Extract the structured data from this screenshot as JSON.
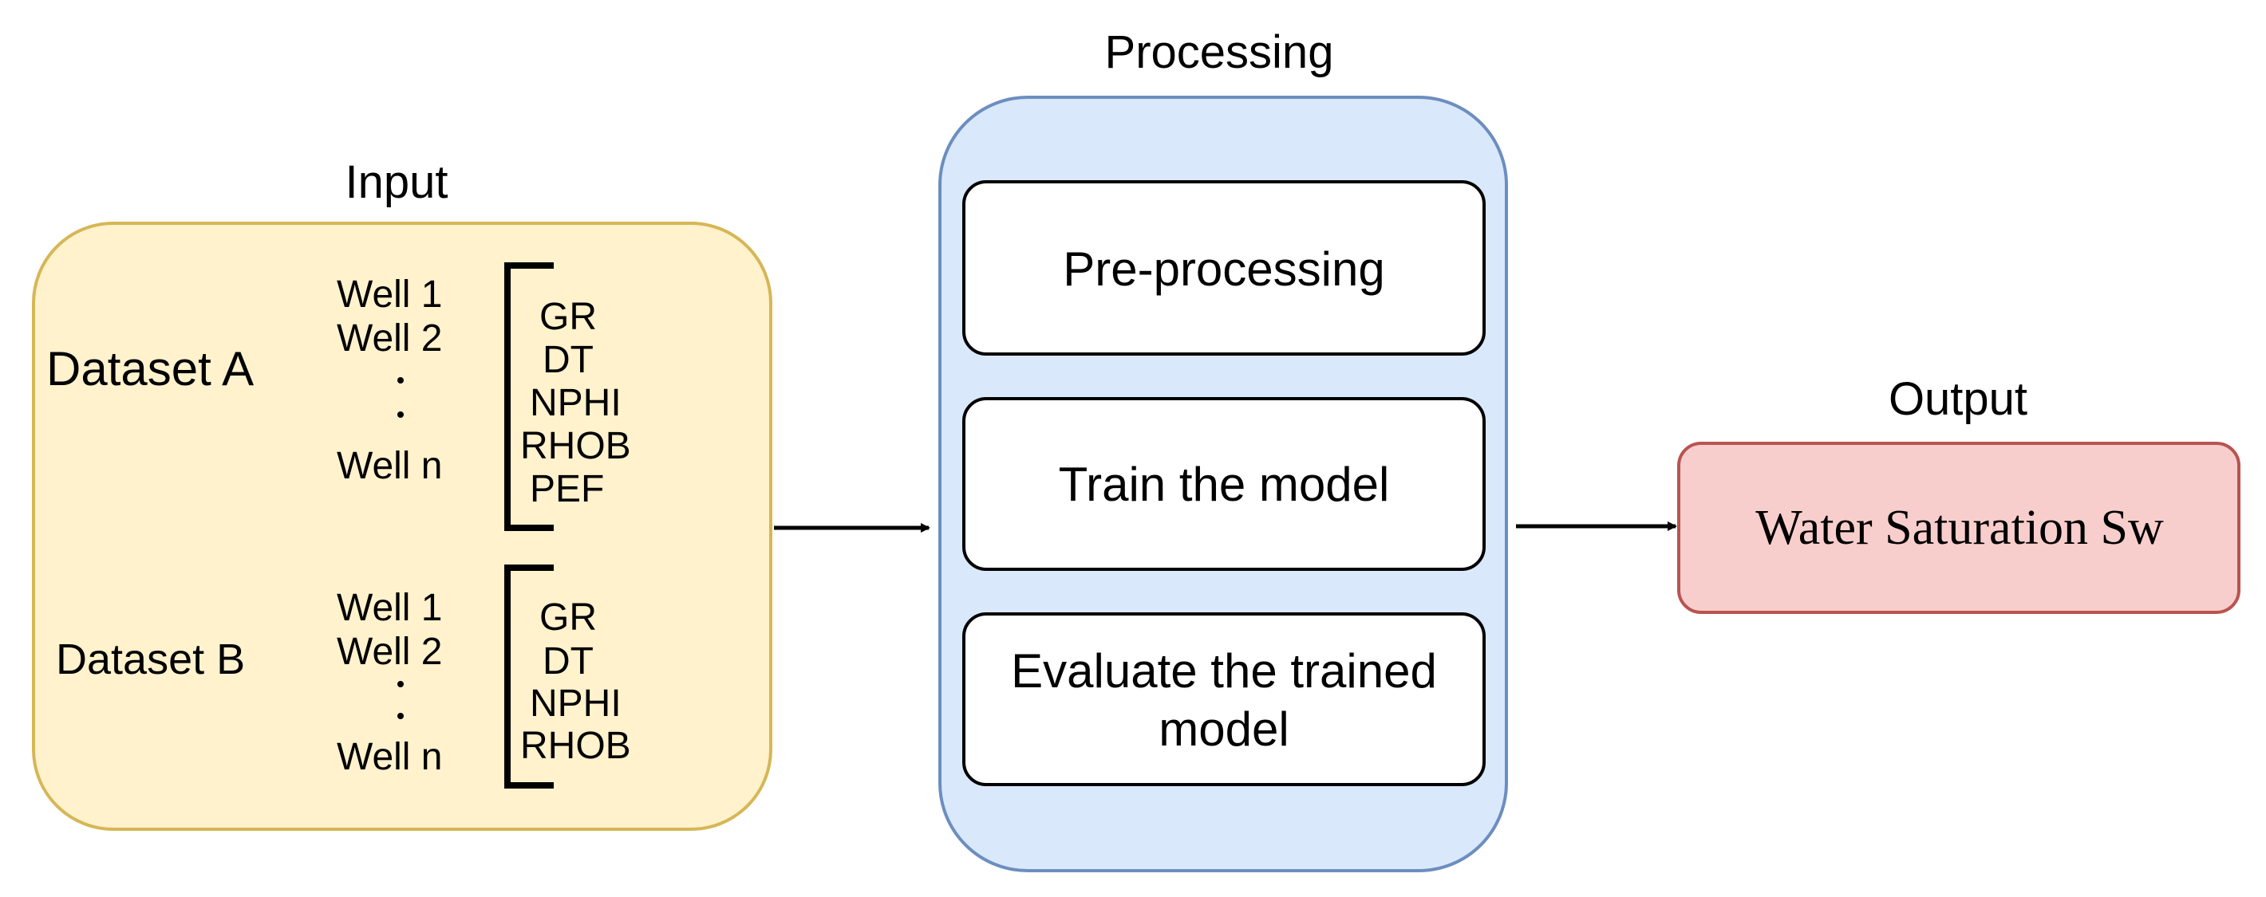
{
  "input": {
    "title": "Input",
    "dataset_a": {
      "label": "Dataset A",
      "wells": [
        "Well 1",
        "Well 2",
        "Well n"
      ],
      "logs": [
        "GR",
        "DT",
        "NPHI",
        "RHOB",
        "PEF"
      ]
    },
    "dataset_b": {
      "label": "Dataset B",
      "wells": [
        "Well 1",
        "Well 2",
        "Well n"
      ],
      "logs": [
        "GR",
        "DT",
        "NPHI",
        "RHOB"
      ]
    }
  },
  "processing": {
    "title": "Processing",
    "steps": [
      "Pre-processing",
      "Train the model",
      "Evaluate the trained",
      "model"
    ]
  },
  "output": {
    "title": "Output",
    "label": "Water Saturation Sw"
  },
  "colors": {
    "input_fill": "#fff2cc",
    "input_stroke": "#d6b656",
    "processing_fill": "#dae8fc",
    "processing_stroke": "#6c8ebf",
    "output_fill": "#f8cecc",
    "output_stroke": "#b85450"
  }
}
